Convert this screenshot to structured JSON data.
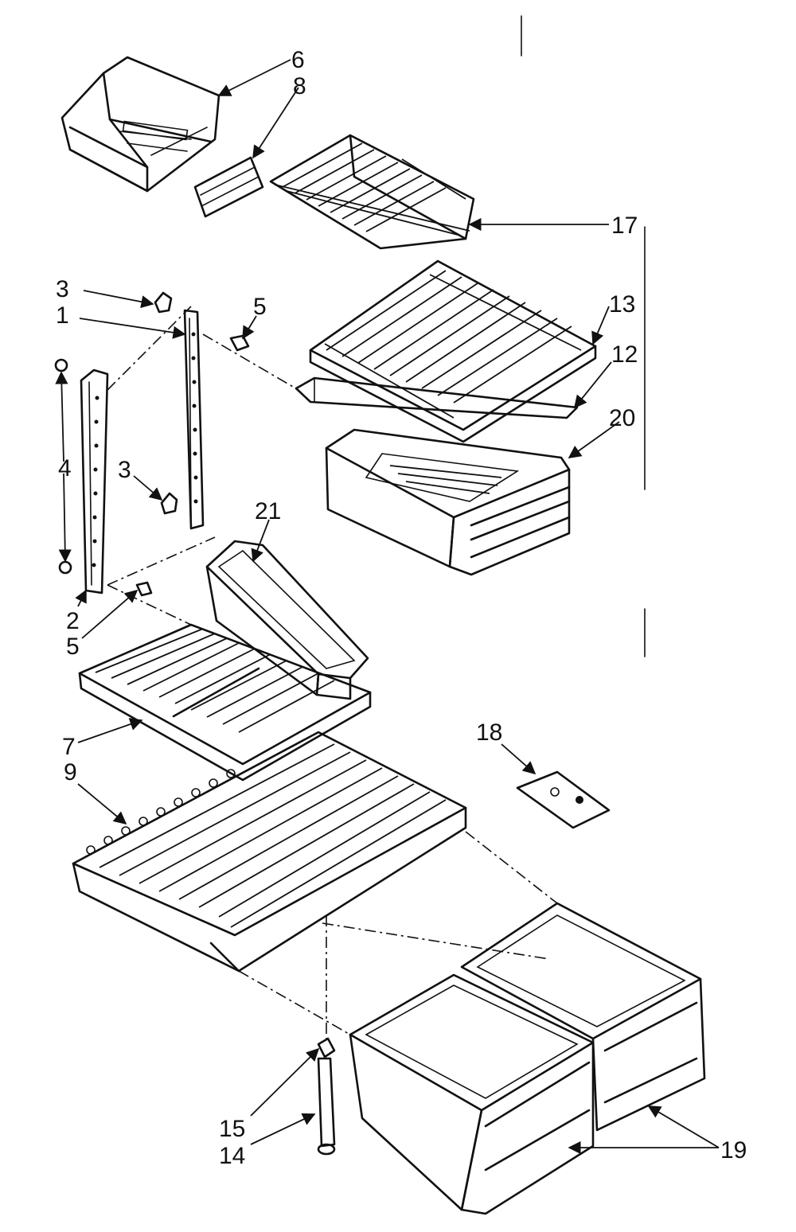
{
  "callouts": [
    {
      "id": "6",
      "text": "6"
    },
    {
      "id": "8",
      "text": "8"
    },
    {
      "id": "17",
      "text": "17"
    },
    {
      "id": "3a",
      "text": "3"
    },
    {
      "id": "1",
      "text": "1"
    },
    {
      "id": "5a",
      "text": "5"
    },
    {
      "id": "13",
      "text": "13"
    },
    {
      "id": "12",
      "text": "12"
    },
    {
      "id": "20",
      "text": "20"
    },
    {
      "id": "4",
      "text": "4"
    },
    {
      "id": "3b",
      "text": "3"
    },
    {
      "id": "21",
      "text": "21"
    },
    {
      "id": "2",
      "text": "2"
    },
    {
      "id": "5b",
      "text": "5"
    },
    {
      "id": "7",
      "text": "7"
    },
    {
      "id": "9",
      "text": "9"
    },
    {
      "id": "18",
      "text": "18"
    },
    {
      "id": "15",
      "text": "15"
    },
    {
      "id": "14",
      "text": "14"
    },
    {
      "id": "19",
      "text": "19"
    }
  ],
  "icons": {
    "arrow": "arrowhead-icon"
  }
}
